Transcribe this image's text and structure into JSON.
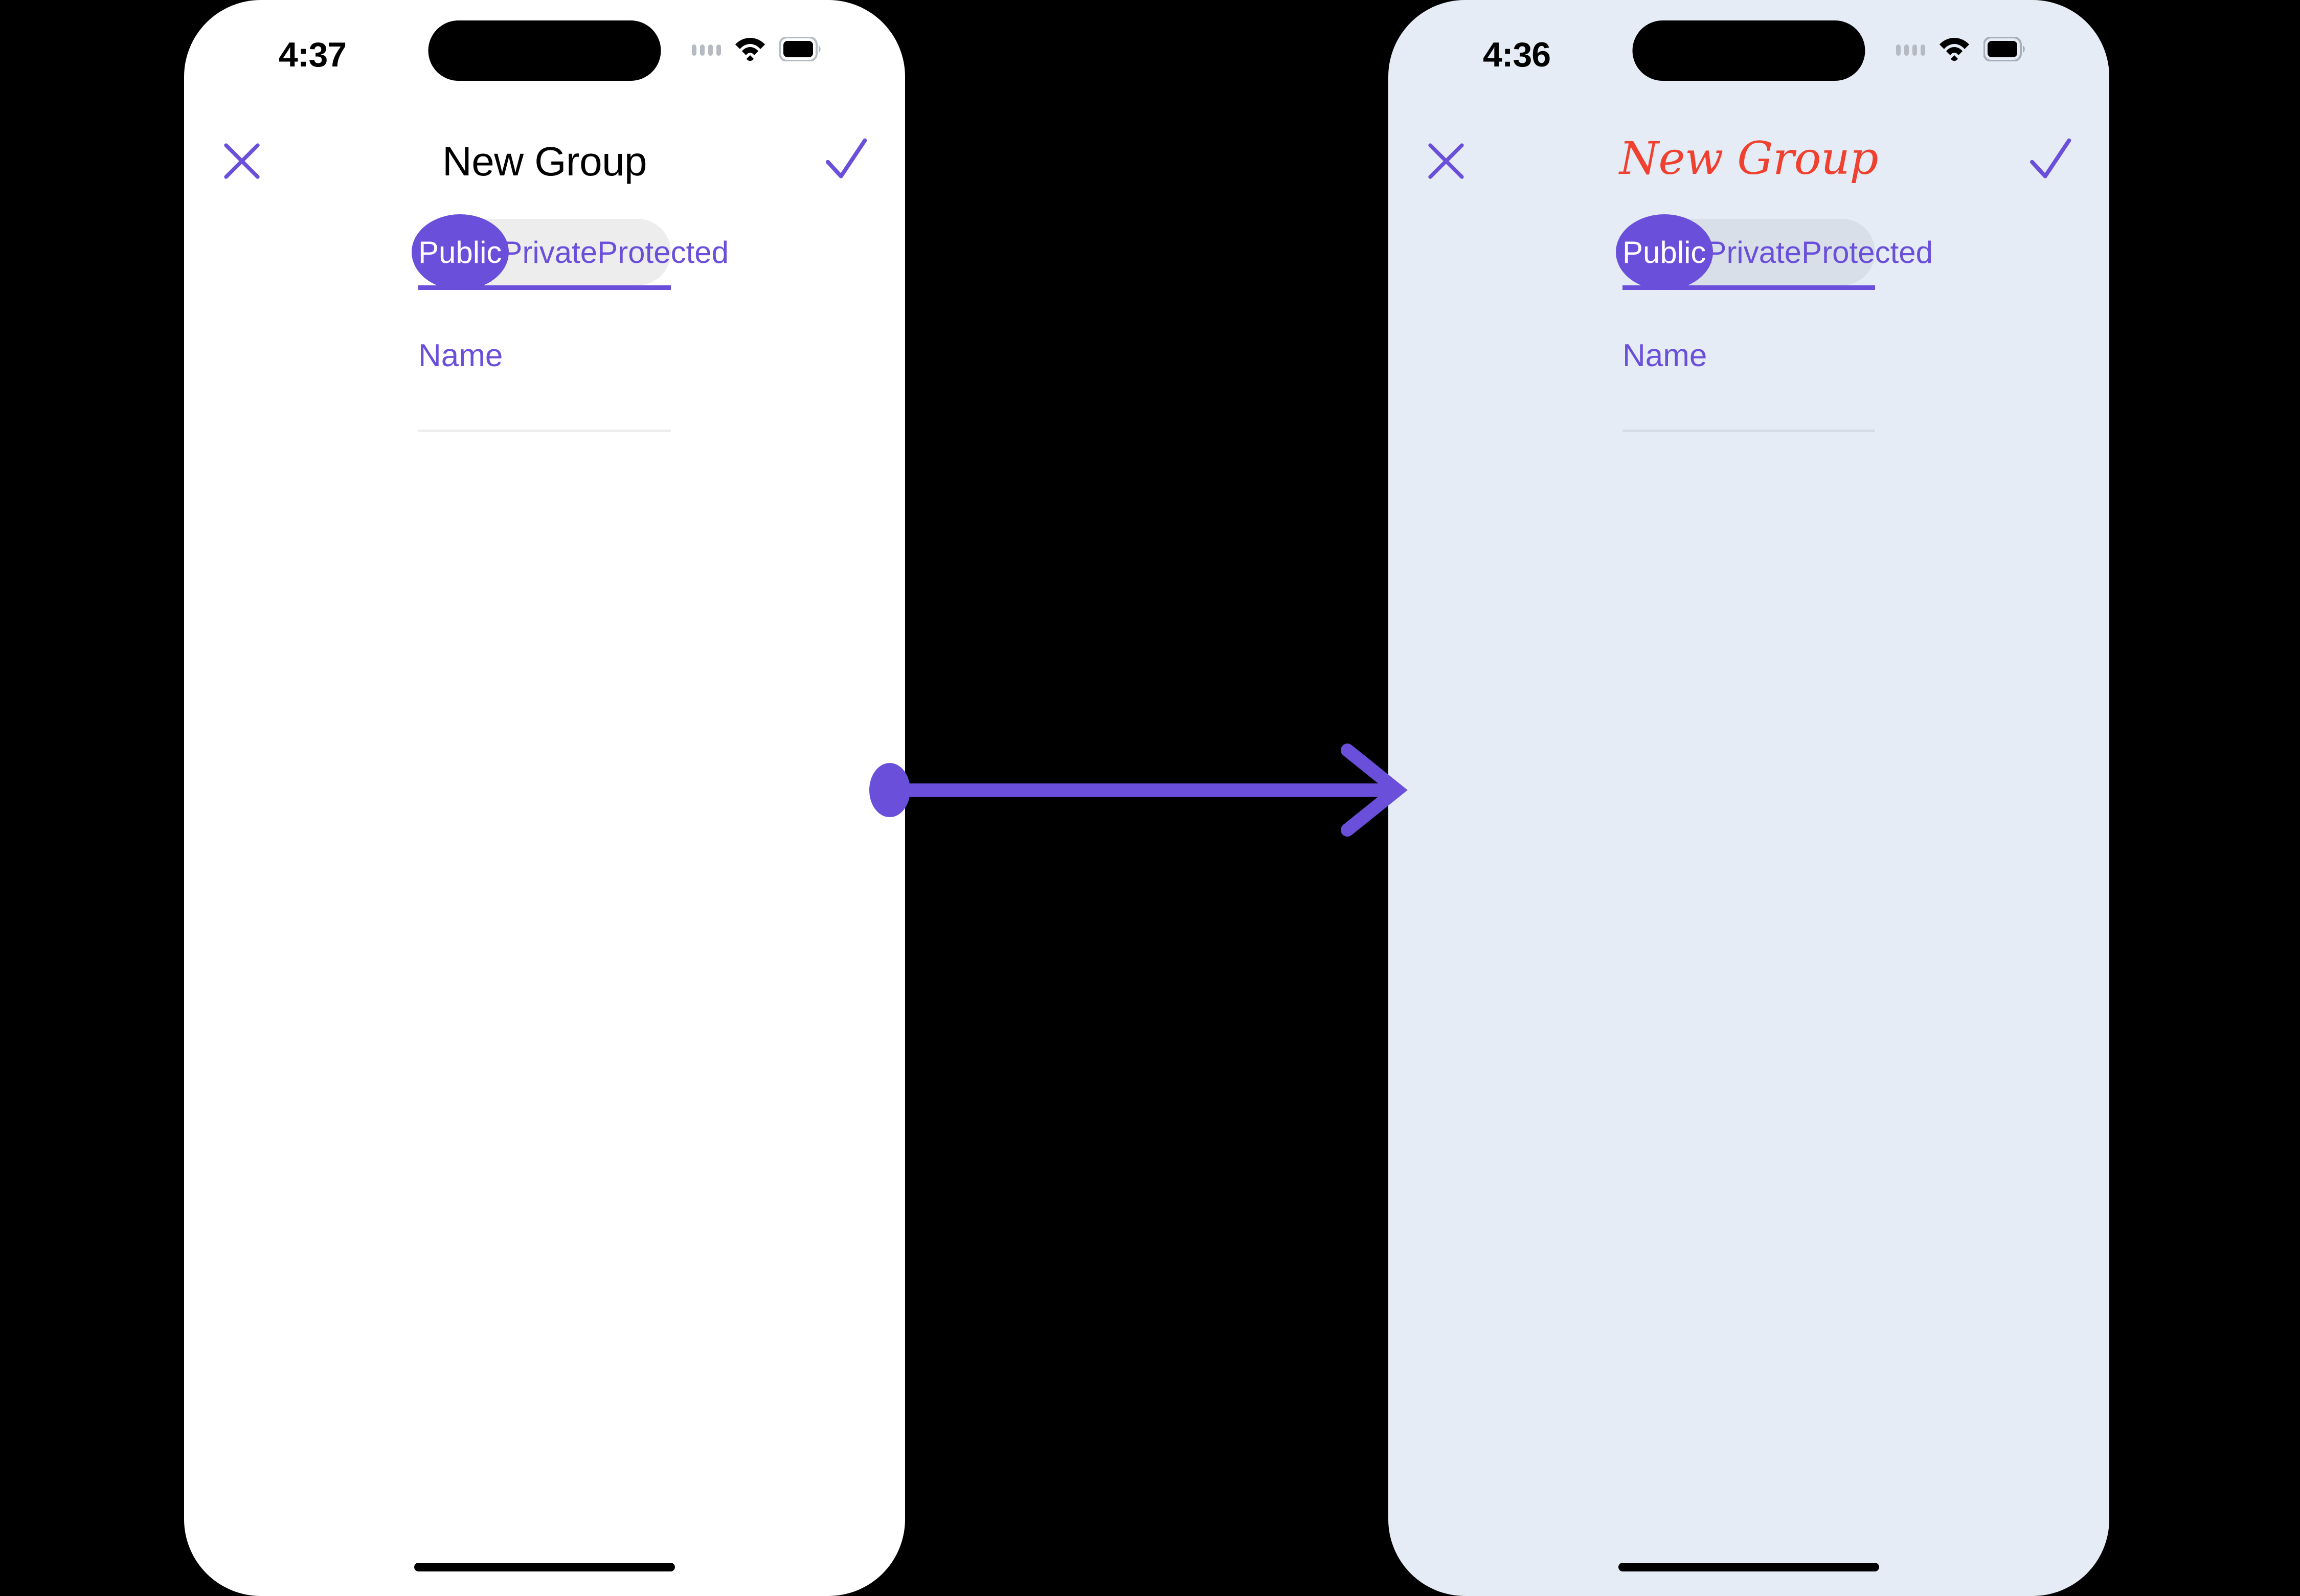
{
  "meta": {
    "background_color": "#000000",
    "accent_purple": "#6A4FDB",
    "accent_red": "#F0402F"
  },
  "arrow": {
    "name": "transition-arrow",
    "color": "#6A4FDB",
    "direction": "right"
  },
  "phones": [
    {
      "id": "before",
      "screen_background": "#FFFFFF",
      "status_bar": {
        "time": "4:37",
        "signal_icon": "signal-dots-icon",
        "wifi_icon": "wifi-icon",
        "battery_icon": "battery-icon",
        "dynamic_island": "dynamic-island"
      },
      "nav_bar": {
        "close_icon": "close-x-icon",
        "title": "New Group",
        "title_color": "#000000",
        "title_style": "system",
        "confirm_icon": "checkmark-icon"
      },
      "segmented_control": {
        "selected_index": 0,
        "track_color": "#EDEDED",
        "underline_color": "#6A4FDB",
        "options": [
          {
            "label": "Public"
          },
          {
            "label": "Private"
          },
          {
            "label": "Protected"
          }
        ]
      },
      "name_field": {
        "label": "Name",
        "value": "",
        "placeholder": "Name"
      },
      "home_indicator": "home-indicator"
    },
    {
      "id": "after",
      "screen_background": "#E6ECF5",
      "status_bar": {
        "time": "4:36",
        "signal_icon": "signal-dots-icon",
        "wifi_icon": "wifi-icon",
        "battery_icon": "battery-icon",
        "dynamic_island": "dynamic-island"
      },
      "nav_bar": {
        "close_icon": "close-x-icon",
        "title": "New Group",
        "title_color": "#F0402F",
        "title_style": "script",
        "confirm_icon": "checkmark-icon"
      },
      "segmented_control": {
        "selected_index": 0,
        "track_color": "#D9DFE9",
        "underline_color": "#6A4FDB",
        "options": [
          {
            "label": "Public"
          },
          {
            "label": "Private"
          },
          {
            "label": "Protected"
          }
        ]
      },
      "name_field": {
        "label": "Name",
        "value": "",
        "placeholder": "Name"
      },
      "home_indicator": "home-indicator"
    }
  ]
}
